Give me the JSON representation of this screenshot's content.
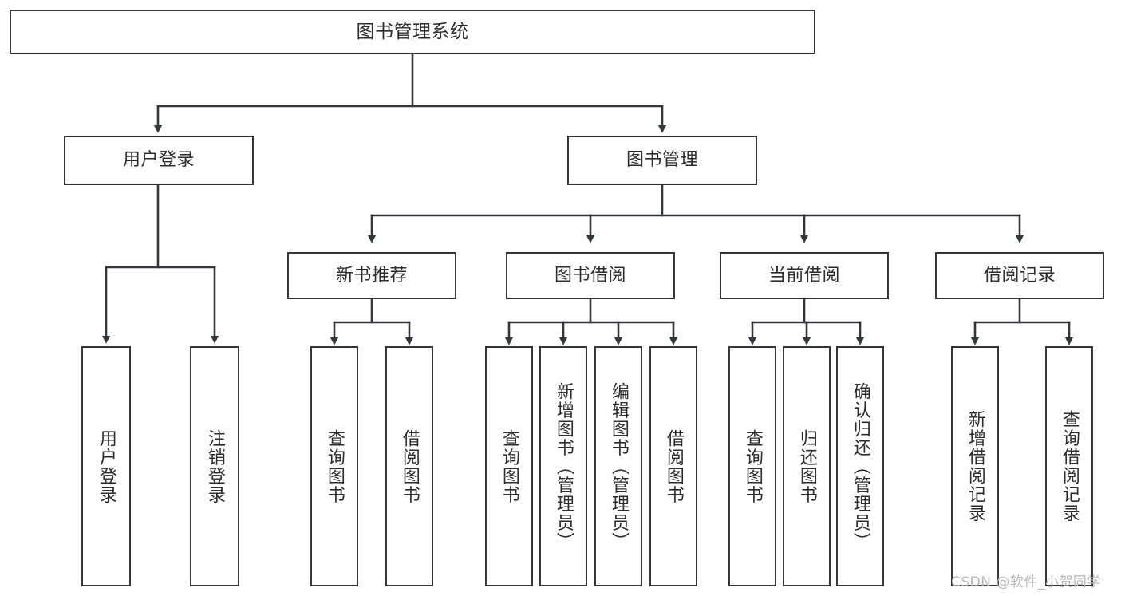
{
  "diagram": {
    "type": "tree-hierarchy-chart",
    "title": "图书管理系统",
    "colors": {
      "box_border": "#33373b",
      "box_fill": "#ffffff",
      "edge": "#33373b",
      "text": "#2b2b2b",
      "watermark": "#b9b9b9",
      "background": "#ffffff"
    },
    "nodes": {
      "root": {
        "label": "图书管理系统"
      },
      "level2": [
        {
          "id": "user-login",
          "label": "用户登录"
        },
        {
          "id": "book-manage",
          "label": "图书管理"
        }
      ],
      "level3": [
        {
          "id": "new-book-recommend",
          "label": "新书推荐"
        },
        {
          "id": "book-borrow",
          "label": "图书借阅"
        },
        {
          "id": "current-borrow",
          "label": "当前借阅"
        },
        {
          "id": "borrow-record",
          "label": "借阅记录"
        }
      ],
      "leaves": {
        "user_login": [
          {
            "id": "leaf-user-login",
            "label": "用户登录"
          },
          {
            "id": "leaf-logout-login",
            "label": "注销登录"
          }
        ],
        "new_book_recommend": [
          {
            "id": "leaf-query-book-1",
            "label": "查询图书"
          },
          {
            "id": "leaf-borrow-book-1",
            "label": "借阅图书"
          }
        ],
        "book_borrow": [
          {
            "id": "leaf-query-book-2",
            "label": "查询图书"
          },
          {
            "id": "leaf-add-book",
            "label": "新增图书（管理员）"
          },
          {
            "id": "leaf-edit-book",
            "label": "编辑图书（管理员）"
          },
          {
            "id": "leaf-borrow-book-2",
            "label": "借阅图书"
          }
        ],
        "current_borrow": [
          {
            "id": "leaf-query-book-3",
            "label": "查询图书"
          },
          {
            "id": "leaf-return-book",
            "label": "归还图书"
          },
          {
            "id": "leaf-confirm-return",
            "label": "确认归还（管理员）"
          }
        ],
        "borrow_record": [
          {
            "id": "leaf-add-record",
            "label": "新增借阅记录"
          },
          {
            "id": "leaf-query-record",
            "label": "查询借阅记录"
          }
        ]
      }
    },
    "watermark": "CSDN @软件_小贺同学"
  }
}
